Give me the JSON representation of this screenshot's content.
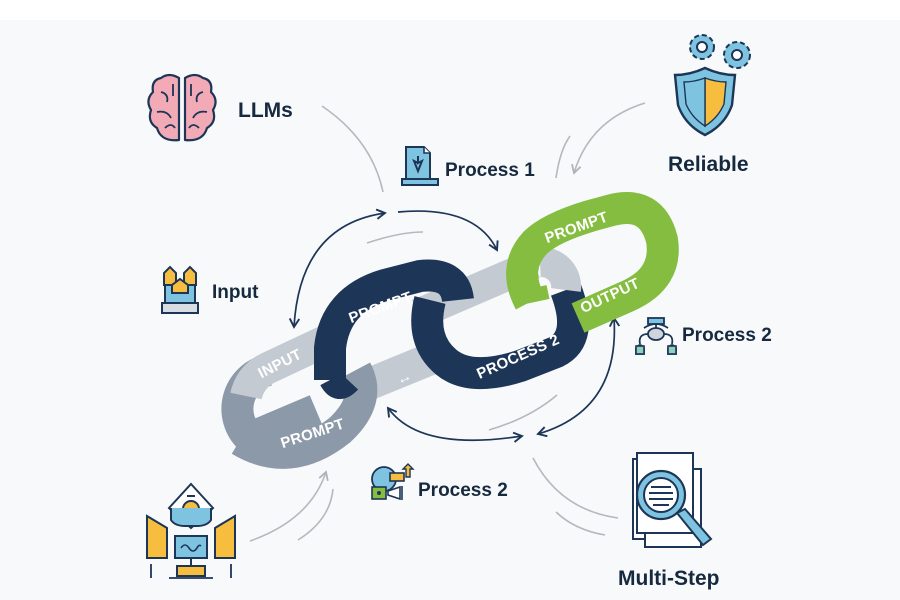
{
  "diagram": {
    "title": "",
    "theme_colors": {
      "navy": "#1d3557",
      "text": "#16293f",
      "chain_light_gray": "#c3cad2",
      "chain_mid_gray": "#8c99a8",
      "chain_green": "#84bd3f",
      "icon_blue": "#7ec4e0",
      "icon_yellow": "#f6bd3f",
      "icon_pink": "#f2aab6",
      "icon_teal": "#8fcfbf",
      "arrow_gray": "#b5b9be"
    },
    "nodes": {
      "llms": {
        "label": "LLMs",
        "icon": "brain-icon"
      },
      "reliable": {
        "label": "Reliable",
        "icon": "shield-gears-icon"
      },
      "process1": {
        "label": "Process 1",
        "icon": "document-download-icon"
      },
      "input": {
        "label": "Input",
        "icon": "input-tray-icon"
      },
      "process2_right": {
        "label": "Process 2",
        "icon": "hierarchy-network-icon"
      },
      "process2_bottom": {
        "label": "Process 2",
        "icon": "chat-megaphone-icon"
      },
      "multistep": {
        "label": "Multi-Step",
        "icon": "document-search-icon"
      },
      "operator": {
        "label": "",
        "icon": "person-workstation-icon"
      }
    },
    "chain": {
      "links": [
        {
          "id": "link-1",
          "color": "gray",
          "top_label": "INPUT",
          "bottom_label": "PROMPT"
        },
        {
          "id": "link-2",
          "color": "navy",
          "top_label": "PROMPT",
          "bottom_label": ""
        },
        {
          "id": "link-3",
          "color": "navy",
          "top_label": "",
          "bottom_label": "PROCESS 2"
        },
        {
          "id": "link-4",
          "color": "green",
          "top_label": "PROMPT",
          "bottom_label": "OUTPUT"
        }
      ],
      "connectors": [
        {
          "id": "connector-upper",
          "symbol": "↔"
        },
        {
          "id": "connector-lower",
          "symbol": "↔"
        }
      ]
    }
  }
}
